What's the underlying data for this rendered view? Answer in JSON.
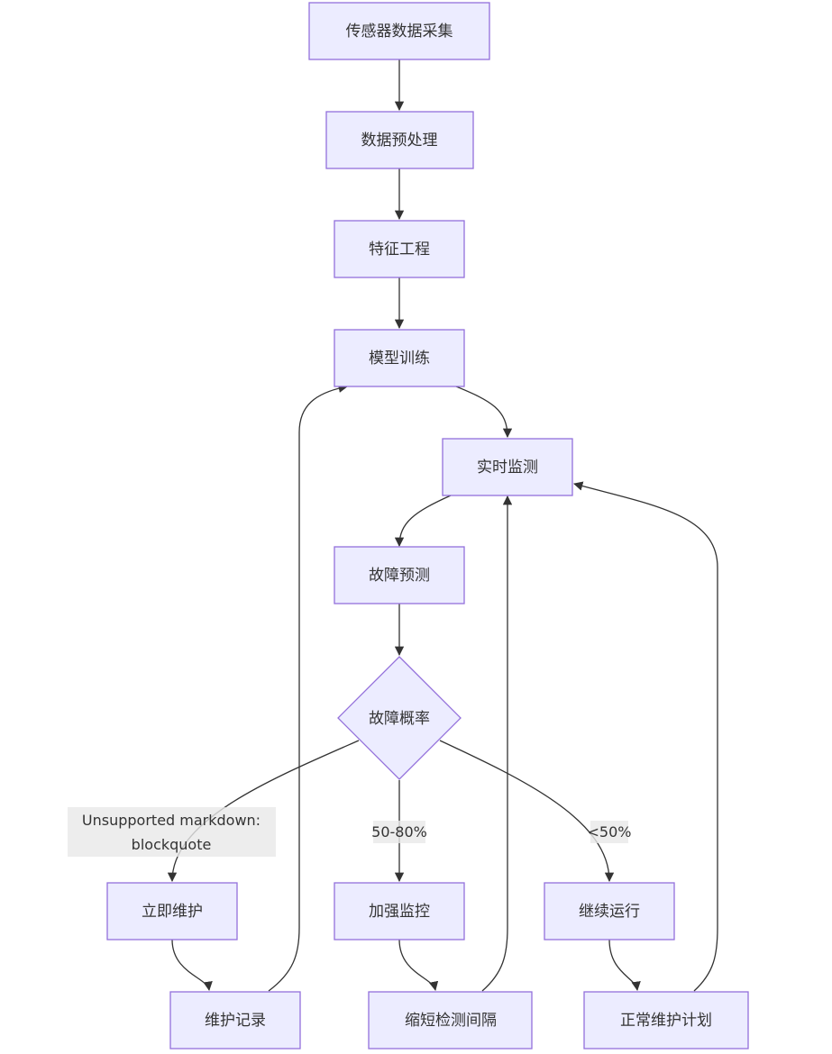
{
  "nodes": {
    "collect": "传感器数据采集",
    "preprocess": "数据预处理",
    "feature": "特征工程",
    "train": "模型训练",
    "monitor": "实时监测",
    "predict": "故障预测",
    "probability": "故障概率",
    "immediate": "立即维护",
    "strengthen": "加强监控",
    "continue": "继续运行",
    "record": "维护记录",
    "shorten": "缩短检测间隔",
    "normal": "正常维护计划"
  },
  "edge_labels": {
    "high_line1": "Unsupported markdown:",
    "high_line2": "blockquote",
    "mid": "50-80%",
    "low": "<50%"
  }
}
